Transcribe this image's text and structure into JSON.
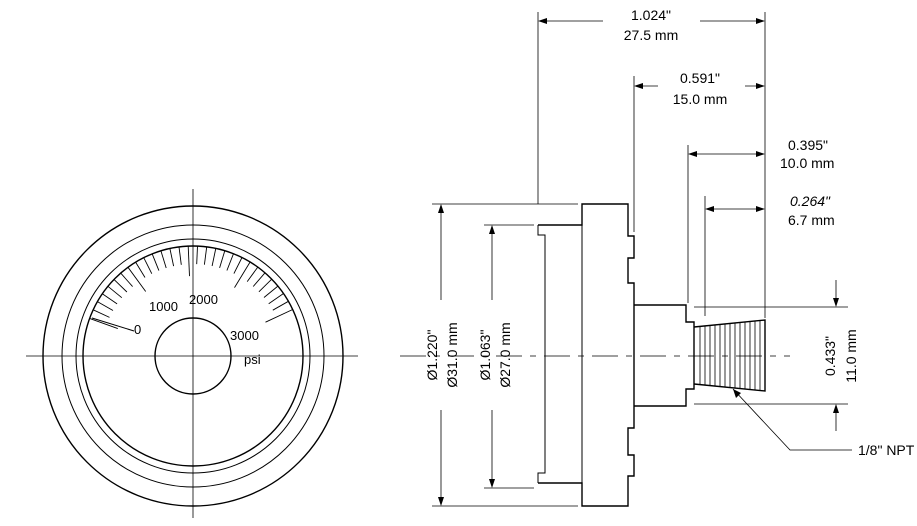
{
  "gauge": {
    "scale_labels": [
      "0",
      "1000",
      "2000",
      "3000"
    ],
    "unit": "psi"
  },
  "dimensions": {
    "overall_length": {
      "in": "1.024\"",
      "mm": "27.5 mm"
    },
    "case_to_back": {
      "in": "0.591\"",
      "mm": "15.0 mm"
    },
    "stem_length": {
      "in": "0.395\"",
      "mm": "10.0 mm"
    },
    "thread_length": {
      "in": "0.264\"",
      "mm": "6.7 mm"
    },
    "outer_diameter": {
      "in": "Ø1.220\"",
      "mm": "Ø31.0 mm"
    },
    "dial_diameter": {
      "in": "Ø1.063\"",
      "mm": "Ø27.0 mm"
    },
    "hex_width": {
      "in": "0.433\"",
      "mm": "11.0 mm"
    },
    "thread_callout": "1/8\" NPT"
  }
}
